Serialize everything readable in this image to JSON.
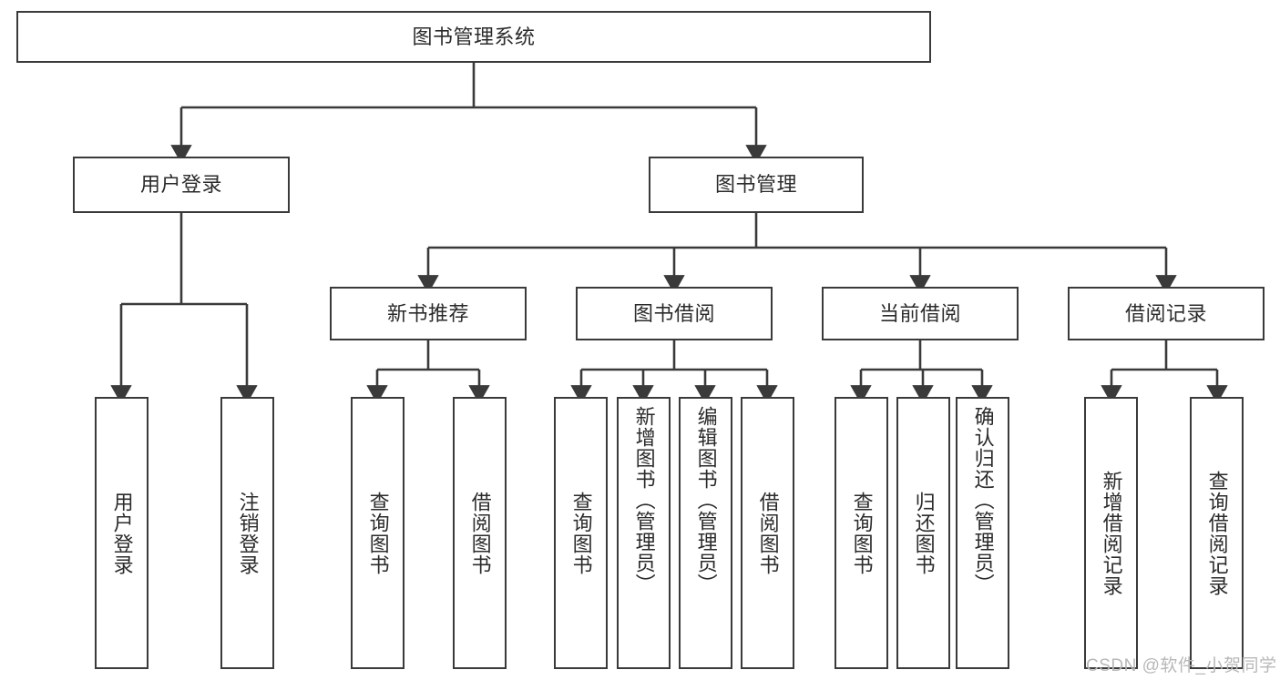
{
  "diagram": {
    "type": "hierarchy-tree",
    "title": "图书管理系统",
    "root": {
      "id": "root",
      "label": "图书管理系统"
    },
    "level1": [
      {
        "id": "user-login",
        "label": "用户登录"
      },
      {
        "id": "book-management",
        "label": "图书管理"
      }
    ],
    "level2": [
      {
        "id": "new-book-recommend",
        "label": "新书推荐",
        "parent": "book-management"
      },
      {
        "id": "book-borrow",
        "label": "图书借阅",
        "parent": "book-management"
      },
      {
        "id": "current-borrow",
        "label": "当前借阅",
        "parent": "book-management"
      },
      {
        "id": "borrow-record",
        "label": "借阅记录",
        "parent": "book-management"
      }
    ],
    "leaves": {
      "user_login": [
        {
          "id": "leaf-user-login",
          "label": "用户登录"
        },
        {
          "id": "leaf-logout",
          "label": "注销登录"
        }
      ],
      "new_book_recommend": [
        {
          "id": "leaf-query-book-1",
          "label": "查询图书"
        },
        {
          "id": "leaf-borrow-book-1",
          "label": "借阅图书"
        }
      ],
      "book_borrow": [
        {
          "id": "leaf-query-book-2",
          "label": "查询图书"
        },
        {
          "id": "leaf-add-book",
          "label": "新增图书（管理员）"
        },
        {
          "id": "leaf-edit-book",
          "label": "编辑图书（管理员）"
        },
        {
          "id": "leaf-borrow-book-2",
          "label": "借阅图书"
        }
      ],
      "current_borrow": [
        {
          "id": "leaf-query-book-3",
          "label": "查询图书"
        },
        {
          "id": "leaf-return-book",
          "label": "归还图书"
        },
        {
          "id": "leaf-confirm-return",
          "label": "确认归还（管理员）"
        }
      ],
      "borrow_record": [
        {
          "id": "leaf-add-record",
          "label": "新增借阅记录"
        },
        {
          "id": "leaf-query-record",
          "label": "查询借阅记录"
        }
      ]
    },
    "colors": {
      "border": "#3a3a3a",
      "text": "#2b2b2b",
      "background": "#ffffff",
      "connector": "#3a3a3a",
      "watermark": "#b8b8b8"
    }
  },
  "watermark": {
    "text": "CSDN @软件_小贺同学"
  }
}
